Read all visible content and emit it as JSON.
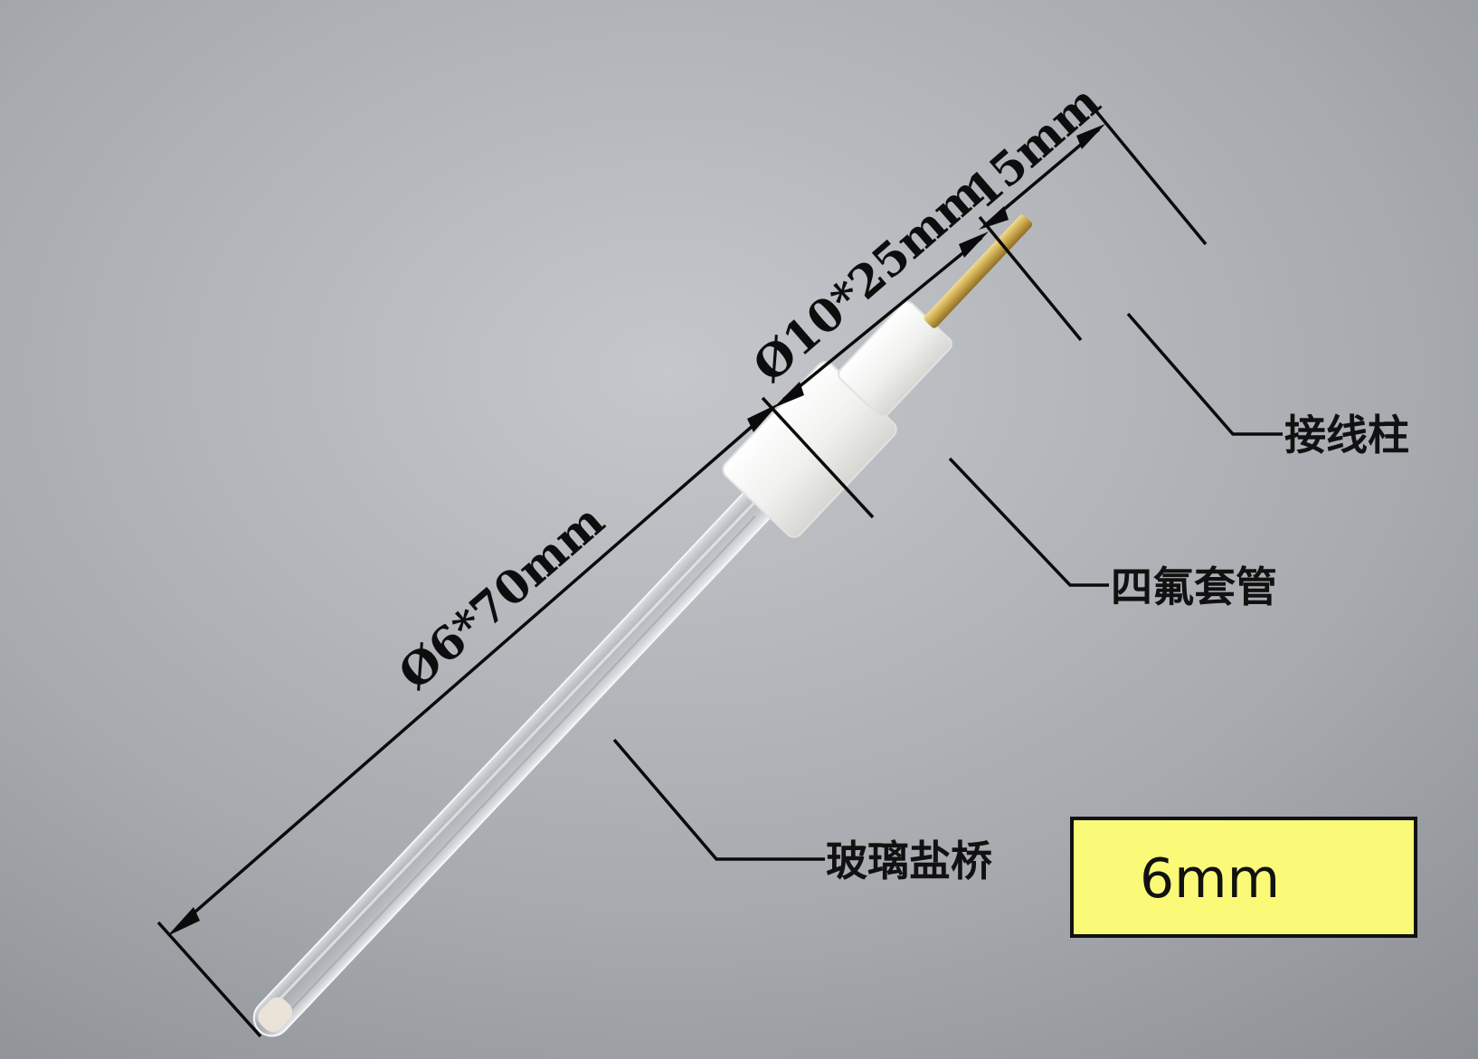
{
  "dimensions": {
    "glass_tube": "Ø6*70mm",
    "ptfe_sleeve": "Ø10*25mm",
    "terminal": "15mm"
  },
  "labels": {
    "terminal_post": "接线柱",
    "ptfe_sleeve": "四氟套管",
    "glass_salt_bridge": "玻璃盐桥"
  },
  "size_box": {
    "text": "6mm",
    "fill_color": "#fafa78"
  },
  "colors": {
    "background": "#9b9ea3",
    "ptfe": "#f1f1ef",
    "brass_pin": "#c9a64a",
    "line": "#0a0a0a"
  }
}
